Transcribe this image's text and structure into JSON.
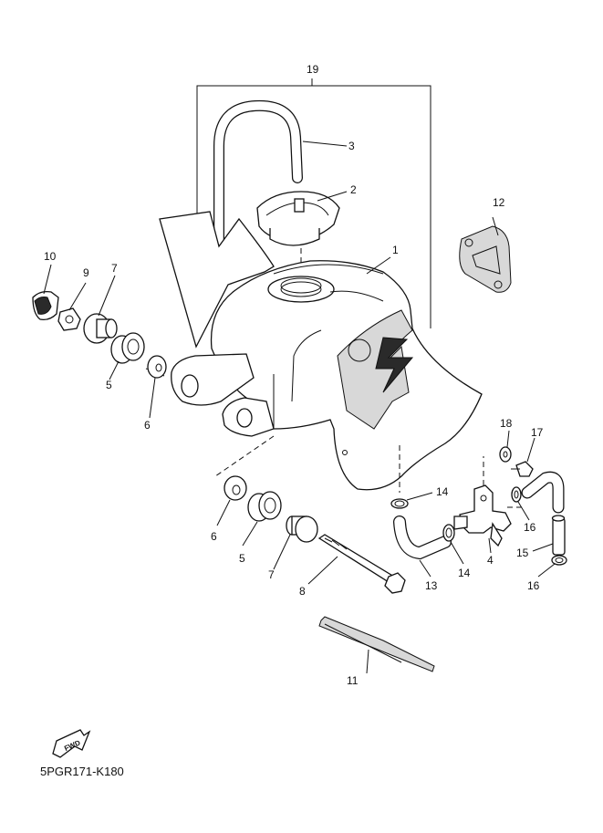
{
  "diagram": {
    "callouts": {
      "c1": "1",
      "c2": "2",
      "c3": "3",
      "c4": "4",
      "c5a": "5",
      "c5b": "5",
      "c6a": "6",
      "c6b": "6",
      "c7a": "7",
      "c7b": "7",
      "c8": "8",
      "c9": "9",
      "c10": "10",
      "c11": "11",
      "c12": "12",
      "c13": "13",
      "c14a": "14",
      "c14b": "14",
      "c15": "15",
      "c16a": "16",
      "c16b": "16",
      "c17": "17",
      "c18": "18",
      "c19": "19"
    },
    "fwd_label": "FWD",
    "drawing_code": "5PGR171-K180"
  }
}
